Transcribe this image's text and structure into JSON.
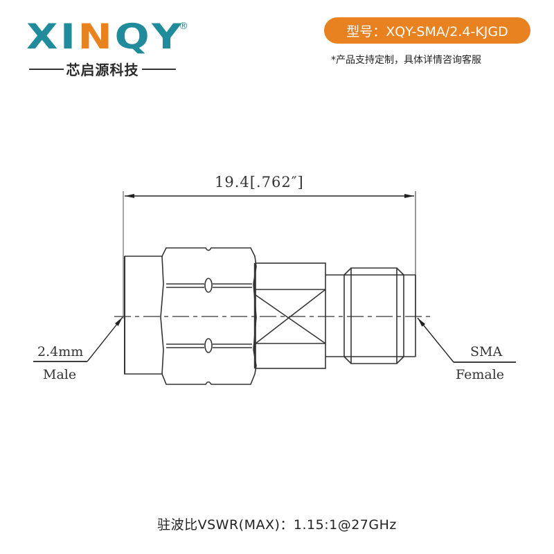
{
  "header": {
    "logo": {
      "wordmark_prefix": "XI",
      "wordmark_accent": "N",
      "wordmark_suffix": "QY",
      "registered_mark": "®",
      "subtitle": "芯启源科技",
      "colors": {
        "primary": "#1f8b9b",
        "accent": "#e8821e"
      }
    },
    "model_badge": {
      "label": "型号：XQY-SMA/2.4-KJGD",
      "background": "#e8811f"
    },
    "custom_note": "*产品支持定制，具体详情咨询客服"
  },
  "drawing": {
    "overall_length": "19.4[.762″]",
    "left_callout": {
      "top": "2.4mm",
      "bottom": "Male"
    },
    "right_callout": {
      "top": "SMA",
      "bottom": "Female"
    }
  },
  "footer": {
    "spec": "驻波比VSWR(MAX)：1.15:1@27GHz"
  }
}
